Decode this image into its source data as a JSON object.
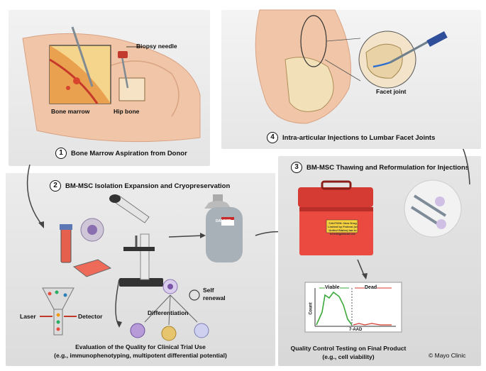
{
  "panel1": {
    "number": "1",
    "title": "Bone Marrow Aspiration from Donor",
    "labels": {
      "needle": "Biopsy needle",
      "marrow": "Bone marrow",
      "hip": "Hip bone"
    }
  },
  "panel2": {
    "number": "2",
    "title": "BM-MSC Isolation Expansion and Cryopreservation",
    "labels": {
      "laser": "Laser",
      "detector": "Detector",
      "differentiation": "Differentiation",
      "self_renewal": "Self renewal",
      "tank_warning": "DANGER"
    },
    "caption_line1": "Evaluation of the Quality for Clinical Trial Use",
    "caption_line2": "(e.g., immunophenotyping, multipotent differential potential)"
  },
  "panel3": {
    "number": "3",
    "title": "BM-MSC Thawing and Reformulation  for Injections",
    "cooler_label": "CAUTION: New Drug Limited by Federal (or United States) law to investigational use",
    "plot": {
      "viable": "Viable",
      "dead": "Dead",
      "ylabel": "Count",
      "xlabel": "7-AAD"
    },
    "caption_line1": "Quality Control Testing on Final Product",
    "caption_line2": "(e.g., cell viability)",
    "copyright": "© Mayo Clinic"
  },
  "panel4": {
    "number": "4",
    "title": "Intra-articular Injections to Lumbar Facet Joints",
    "labels": {
      "facet": "Facet joint"
    }
  },
  "colors": {
    "skin": "#f1c6a8",
    "red_box": "#e8433c",
    "green_curve": "#3aa93a",
    "red_curve": "#d33a2c",
    "steel": "#9aa3ab"
  }
}
